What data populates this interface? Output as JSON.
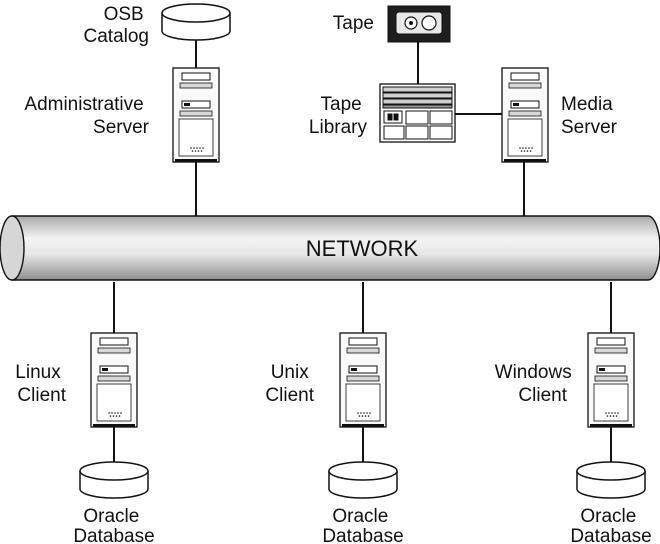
{
  "labels": {
    "osb_catalog": [
      "OSB",
      "Catalog"
    ],
    "administrative_server": [
      "Administrative",
      "Server"
    ],
    "tape": "Tape",
    "tape_library": [
      "Tape",
      "Library"
    ],
    "media_server": [
      "Media",
      "Server"
    ],
    "network": "NETWORK",
    "linux_client": [
      "Linux",
      "Client"
    ],
    "unix_client": [
      "Unix",
      "Client"
    ],
    "windows_client": [
      "Windows",
      "Client"
    ],
    "oracle_database_left": [
      "Oracle",
      "Database"
    ],
    "oracle_database_center": [
      "Oracle",
      "Database"
    ],
    "oracle_database_right": [
      "Oracle",
      "Database"
    ]
  },
  "colors": {
    "outline": "#111111",
    "network_dark": "#9a9a9a",
    "network_light": "#f2f2f2",
    "tape_body": "#2b2b2b"
  }
}
